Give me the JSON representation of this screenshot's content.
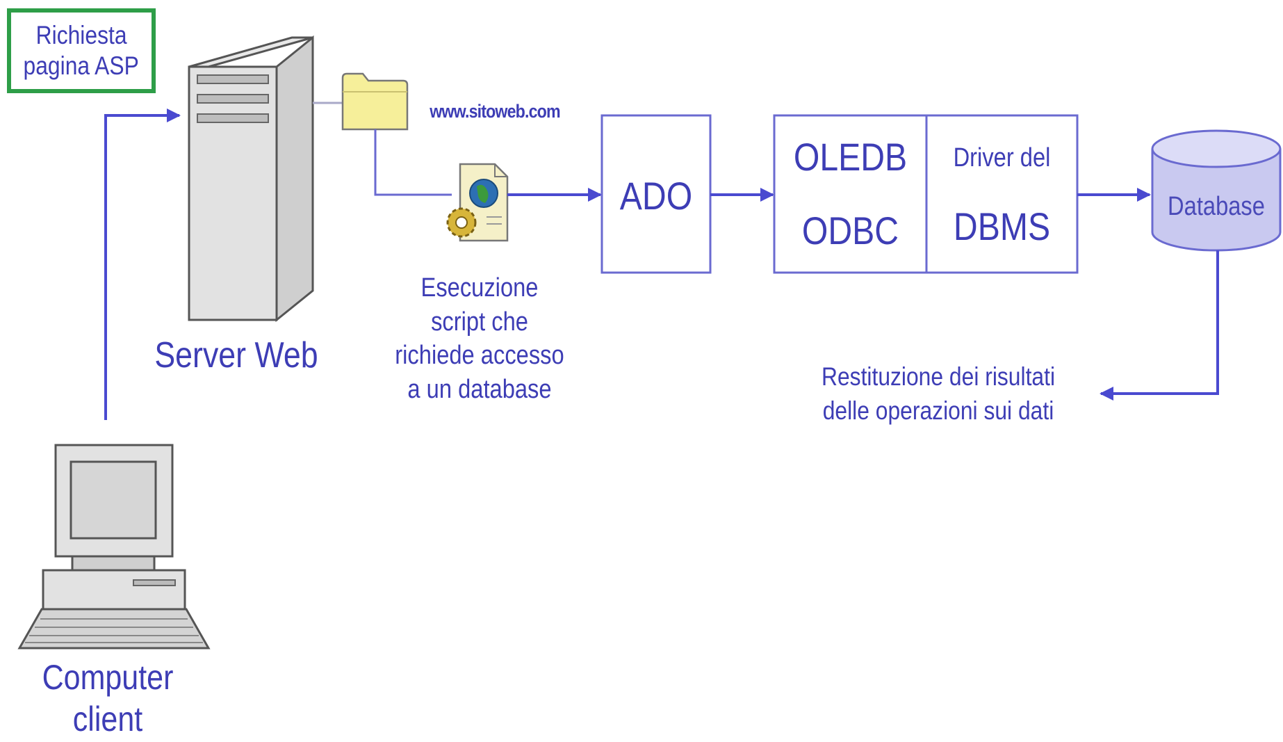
{
  "request_label": [
    "Richiesta",
    "pagina ASP"
  ],
  "server_label": "Server Web",
  "client_label": [
    "Computer",
    "client"
  ],
  "url_label": "www.sitoweb.com",
  "script_label": [
    "Esecuzione",
    "script che",
    "richiede accesso",
    "a un database"
  ],
  "ado_label": "ADO",
  "oledb_label": "OLEDB",
  "odbc_label": "ODBC",
  "driver_label": "Driver del",
  "dbms_label": "DBMS",
  "database_label": "Database",
  "results_label": [
    "Restituzione dei risultati",
    "delle operazioni sui dati"
  ],
  "colors": {
    "line": "#4a4ad0",
    "text": "#3b3bb0",
    "highlight_border": "#2e9e48",
    "database_fill": "#c9c9f0",
    "folder_fill": "#f6ef9a"
  },
  "icons": [
    "server-tower-icon",
    "folder-icon",
    "script-document-icon",
    "computer-icon",
    "database-cylinder-icon"
  ]
}
